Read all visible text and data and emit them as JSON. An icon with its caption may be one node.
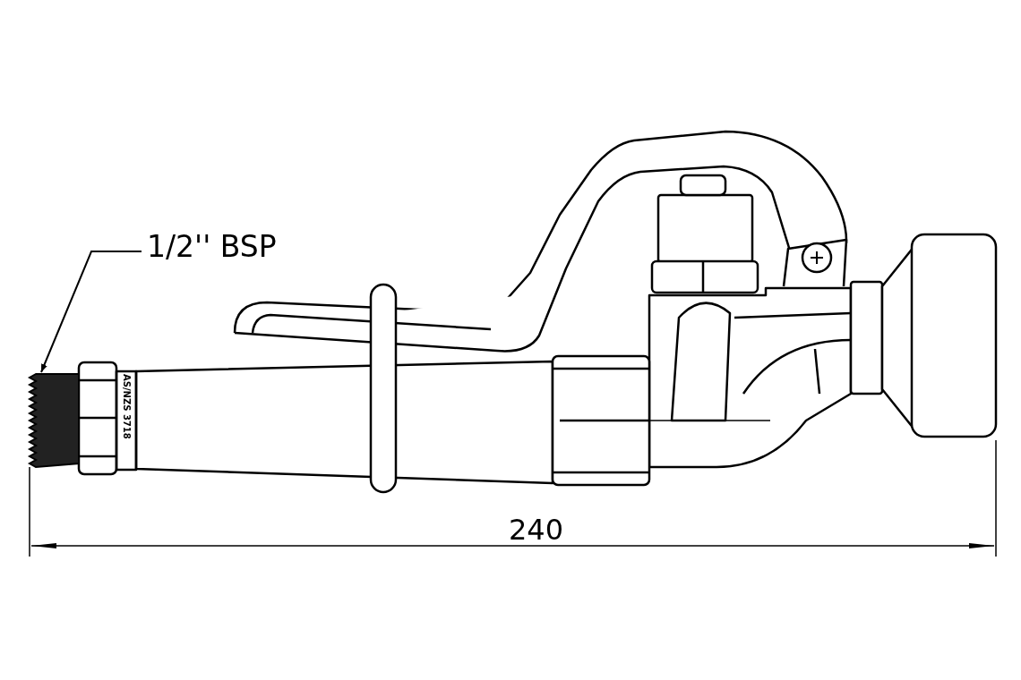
{
  "diagram": {
    "nodes": [
      {
        "text": [
          "1/2'' BSP"
        ]
      },
      {
        "text": [],
        "shape": "picture"
      }
    ],
    "edges": [
      {
        "from": 0,
        "to": 1,
        "arrow": "to"
      }
    ],
    "labels": [
      "AS/NZS 3718",
      "240"
    ]
  }
}
